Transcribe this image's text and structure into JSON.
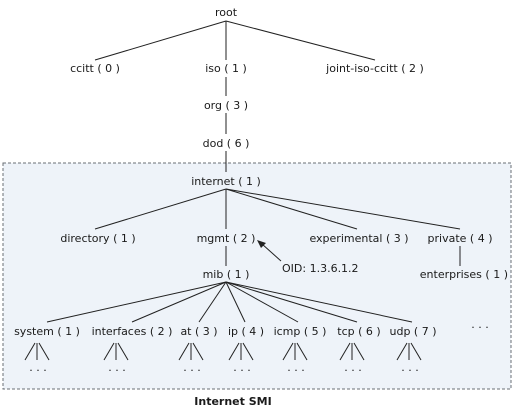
{
  "nodes": {
    "root": "root",
    "ccitt": "ccitt ( 0 )",
    "iso": "iso ( 1 )",
    "joint": "joint-iso-ccitt ( 2 )",
    "org": "org ( 3 )",
    "dod": "dod ( 6 )",
    "internet": "internet ( 1 )",
    "directory": "directory ( 1 )",
    "mgmt": "mgmt ( 2 )",
    "experimental": "experimental ( 3 )",
    "private": "private ( 4 )",
    "mib": "mib ( 1 )",
    "enterprises": "enterprises ( 1 )",
    "system": "system ( 1 )",
    "interfaces": "interfaces ( 2 )",
    "at": "at ( 3 )",
    "ip": "ip ( 4 )",
    "icmp": "icmp ( 5 )",
    "tcp": "tcp ( 6 )",
    "udp": "udp ( 7 )",
    "more": "· · ·"
  },
  "ellipsis": "· · ·",
  "oid_label": "OID: 1.3.6.1.2",
  "caption": "Internet SMI",
  "colors": {
    "smi_box_fill": "#eef3f9",
    "line": "#222222"
  }
}
